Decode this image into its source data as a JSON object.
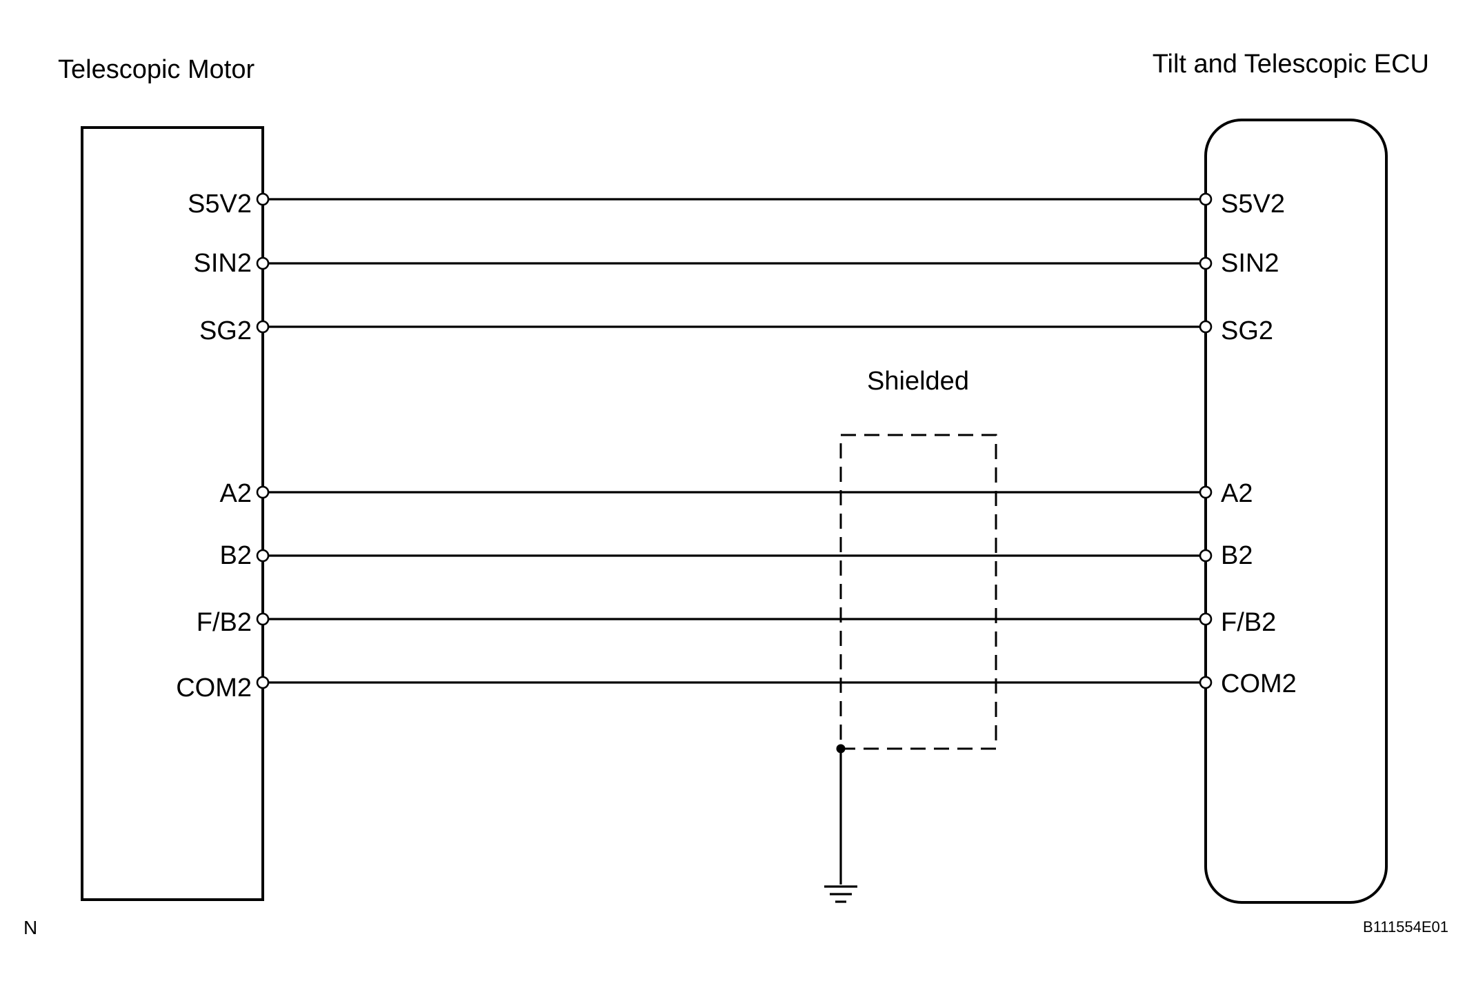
{
  "components": {
    "left": {
      "title": "Telescopic Motor"
    },
    "right": {
      "title": "Tilt and Telescopic ECU"
    }
  },
  "wires": [
    {
      "left_pin": "S5V2",
      "right_pin": "S5V2"
    },
    {
      "left_pin": "SIN2",
      "right_pin": "SIN2"
    },
    {
      "left_pin": "SG2",
      "right_pin": "SG2"
    },
    {
      "left_pin": "A2",
      "right_pin": "A2"
    },
    {
      "left_pin": "B2",
      "right_pin": "B2"
    },
    {
      "left_pin": "F/B2",
      "right_pin": "F/B2"
    },
    {
      "left_pin": "COM2",
      "right_pin": "COM2"
    }
  ],
  "shield": {
    "label": "Shielded"
  },
  "footer": {
    "corner_mark": "N",
    "figure_code": "B111554E01"
  }
}
